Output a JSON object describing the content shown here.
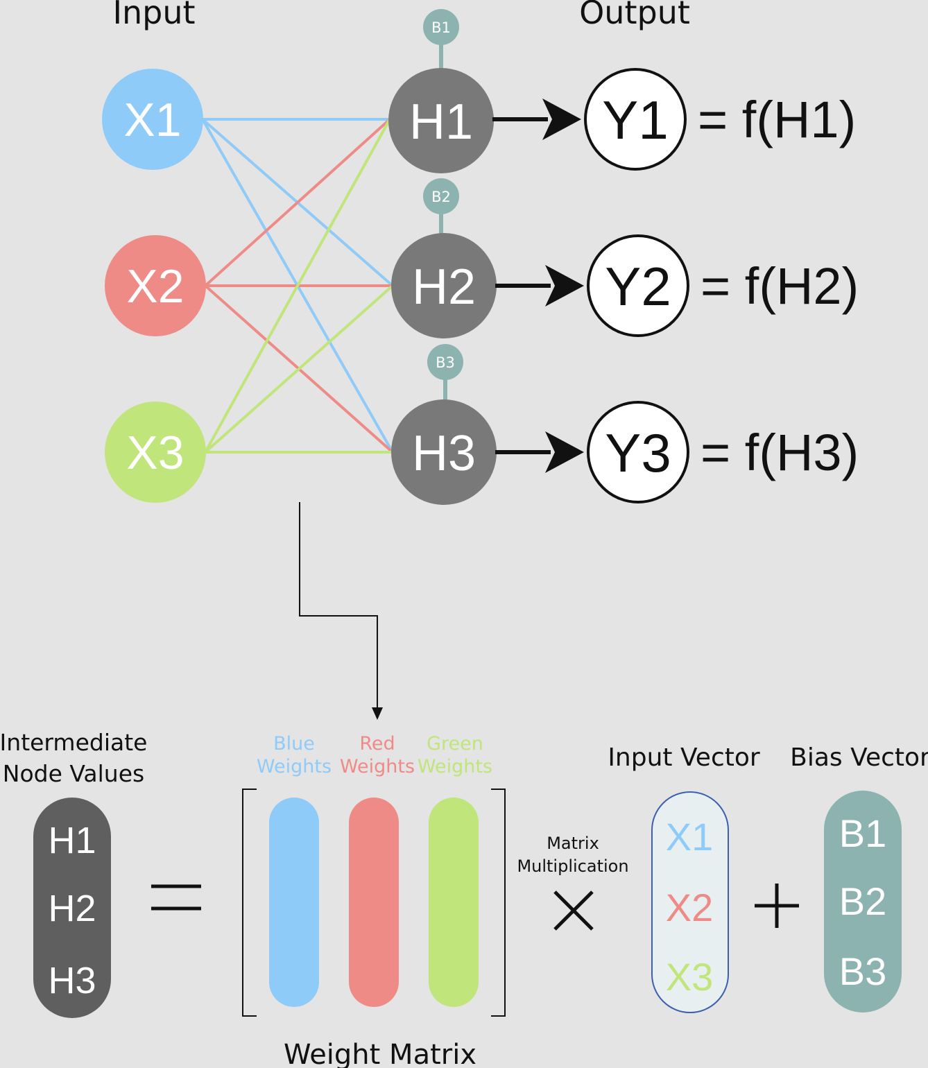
{
  "headers": {
    "input": "Input",
    "output": "Output"
  },
  "input_nodes": [
    {
      "label": "X1",
      "color": "#8fcbf8"
    },
    {
      "label": "X2",
      "color": "#ef8b86"
    },
    {
      "label": "X3",
      "color": "#c0e57a"
    }
  ],
  "hidden_nodes": [
    {
      "label": "H1",
      "bias": "B1"
    },
    {
      "label": "H2",
      "bias": "B2"
    },
    {
      "label": "H3",
      "bias": "B3"
    }
  ],
  "output_nodes": [
    {
      "label": "Y1",
      "equation": "= f(H1)"
    },
    {
      "label": "Y2",
      "equation": "= f(H2)"
    },
    {
      "label": "Y3",
      "equation": "= f(H3)"
    }
  ],
  "colors": {
    "background": "#e4e4e4",
    "hidden": "#797979",
    "hidden_dark": "#5f5f5f",
    "bias": "#8db3b0",
    "input_vector_bg": "#e8eff1",
    "input_vector_border": "#3a5fb0"
  },
  "equation": {
    "intermediate_label": [
      "Intermediate",
      "Node Values"
    ],
    "intermediate_values": [
      "H1",
      "H2",
      "H3"
    ],
    "equals_sign": "=",
    "weight_columns": [
      {
        "line1": "Blue",
        "line2": "Weights",
        "color": "#8fcbf8"
      },
      {
        "line1": "Red",
        "line2": "Weights",
        "color": "#ef8b86"
      },
      {
        "line1": "Green",
        "line2": "Weights",
        "color": "#c0e57a"
      }
    ],
    "weight_matrix_label": "Weight Matrix",
    "multiplication_label": [
      "Matrix",
      "Multiplication"
    ],
    "times_sign": "×",
    "input_vector_label": "Input Vector",
    "input_vector_values": [
      "X1",
      "X2",
      "X3"
    ],
    "plus_sign": "+",
    "bias_vector_label": "Bias Vector",
    "bias_vector_values": [
      "B1",
      "B2",
      "B3"
    ]
  }
}
